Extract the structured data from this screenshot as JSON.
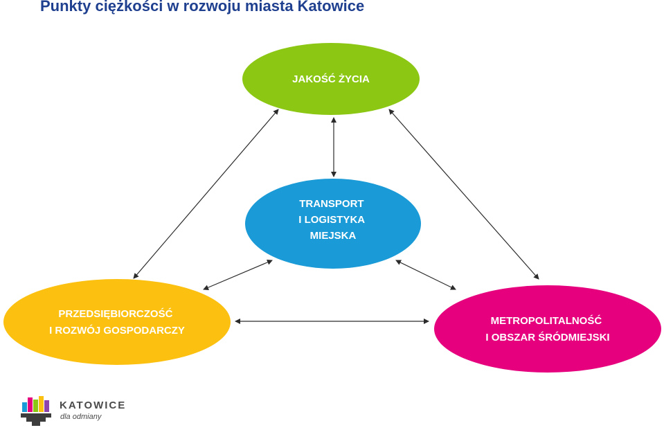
{
  "title": "Punkty ciężkości w rozwoju miasta Katowice",
  "nodes": {
    "quality": {
      "lines": [
        "JAKOŚĆ ŻYCIA"
      ],
      "color": "#8cc714"
    },
    "transport": {
      "lines": [
        "TRANSPORT",
        "I LOGISTYKA",
        "MIEJSKA"
      ],
      "color": "#1a9ad6"
    },
    "enterprise": {
      "lines": [
        "PRZEDSIĘBIORCZOŚĆ",
        "I ROZWÓJ GOSPODARCZY"
      ],
      "color": "#fcc010"
    },
    "metro": {
      "lines": [
        "METROPOLITALNOŚĆ",
        "I OBSZAR ŚRÓDMIEJSKI"
      ],
      "color": "#e6007e"
    }
  },
  "edges": [
    [
      "quality",
      "transport"
    ],
    [
      "quality",
      "enterprise"
    ],
    [
      "quality",
      "metro"
    ],
    [
      "transport",
      "enterprise"
    ],
    [
      "transport",
      "metro"
    ],
    [
      "enterprise",
      "metro"
    ]
  ],
  "logo": {
    "word": "KATOWICE",
    "tagline": "dla odmiany",
    "colors": [
      "#1a9ad6",
      "#e6007e",
      "#8cc714",
      "#fcc010",
      "#8e44ad"
    ]
  }
}
